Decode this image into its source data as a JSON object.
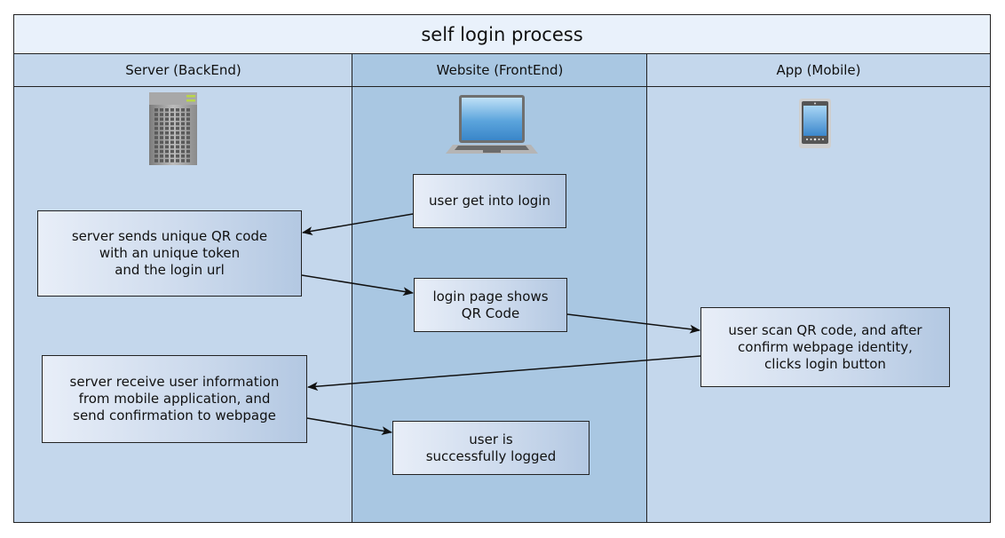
{
  "title": "self login process",
  "lanes": [
    {
      "label": "Server (BackEnd)",
      "icon": "server-icon"
    },
    {
      "label": "Website (FrontEnd)",
      "icon": "laptop-icon"
    },
    {
      "label": "App (Mobile)",
      "icon": "mobile-phone-icon"
    }
  ],
  "nodes": {
    "user_get_into_login": "user get into login",
    "server_sends_qr": "server sends unique QR code\nwith an unique token\nand the login url",
    "login_page_shows_qr": "login page shows\nQR Code",
    "user_scan_qr": "user scan QR code, and after\nconfirm webpage identity,\nclicks login button",
    "server_receive_info": "server receive user information\nfrom mobile application, and\nsend confirmation to webpage",
    "user_logged": "user is\nsuccessfully logged"
  },
  "edges": [
    {
      "from": "user_get_into_login",
      "to": "server_sends_qr"
    },
    {
      "from": "server_sends_qr",
      "to": "login_page_shows_qr"
    },
    {
      "from": "login_page_shows_qr",
      "to": "user_scan_qr"
    },
    {
      "from": "user_scan_qr",
      "to": "server_receive_info"
    },
    {
      "from": "server_receive_info",
      "to": "user_logged"
    }
  ],
  "colors": {
    "title_bg": "#e9f1fb",
    "lane_light": "#c4d7ec",
    "lane_mid": "#a9c7e2",
    "border": "#222222"
  }
}
